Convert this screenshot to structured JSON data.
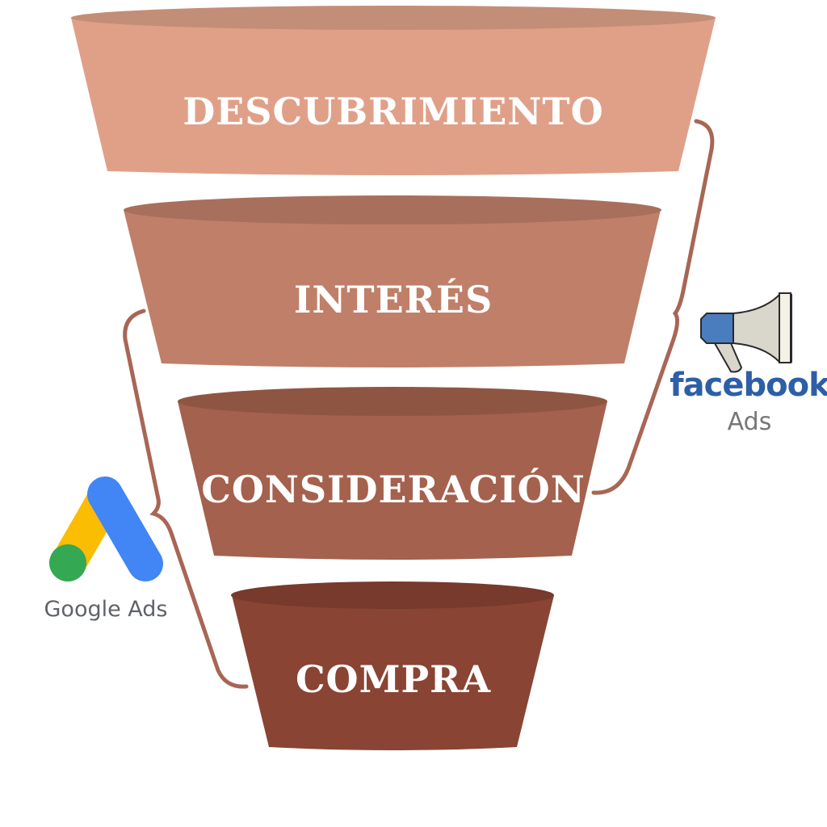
{
  "funnel": {
    "stages": [
      {
        "label": "DESCUBRIMIENTO",
        "top_color": "#c38e77",
        "body_color": "#e0a088"
      },
      {
        "label": "INTERÉS",
        "top_color": "#a86f5c",
        "body_color": "#c07f69"
      },
      {
        "label": "CONSIDERACIÓN",
        "top_color": "#8f5543",
        "body_color": "#a4614d"
      },
      {
        "label": "COMPRA",
        "top_color": "#773a2c",
        "body_color": "#894433"
      }
    ]
  },
  "brace_color": "#a86655",
  "facebook_ads": {
    "brand": "facebook",
    "product": "Ads",
    "brand_color": "#2d5fa6"
  },
  "google_ads": {
    "label": "Google Ads"
  }
}
